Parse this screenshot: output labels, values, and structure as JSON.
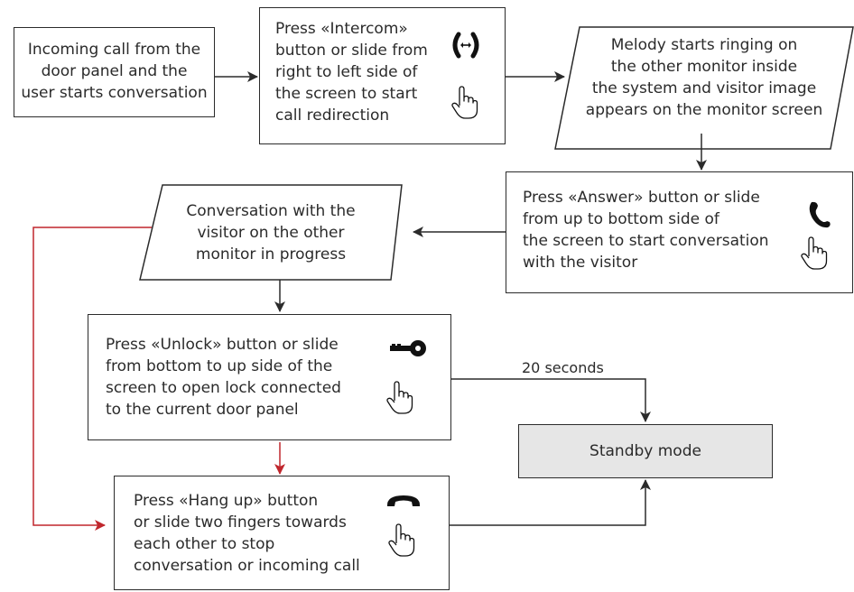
{
  "nodes": {
    "incoming_call": "Incoming call from the\ndoor panel and the\nuser starts conversation",
    "press_intercom": "Press  «Intercom»\nbutton or slide from\nright to left side of\nthe screen to start\ncall redirection",
    "melody_ringing": "Melody starts ringing on\nthe other monitor inside\nthe system and visitor image\nappears on the monitor screen",
    "press_answer": "Press «Answer» button or slide\nfrom up to bottom side of\nthe screen to start conversation\nwith the visitor",
    "conversation_other": "Conversation with the\nvisitor on the other\nmonitor in progress",
    "press_unlock": "Press «Unlock» button or slide\nfrom bottom to up side of the\nscreen to open lock connected\nto the current door panel",
    "standby": "Standby mode",
    "press_hangup": "Press «Hang up» button\nor slide two fingers towards\neach other to stop\nconversation or incoming call"
  },
  "edge_labels": {
    "timeout": "20 seconds"
  },
  "colors": {
    "line": "#2b2b2b",
    "red_line": "#c0272d",
    "standby_fill": "#e6e6e6"
  },
  "icons": [
    "intercom-icon",
    "hand-pointer-icon",
    "phone-answer-icon",
    "key-icon",
    "phone-hangup-icon"
  ]
}
